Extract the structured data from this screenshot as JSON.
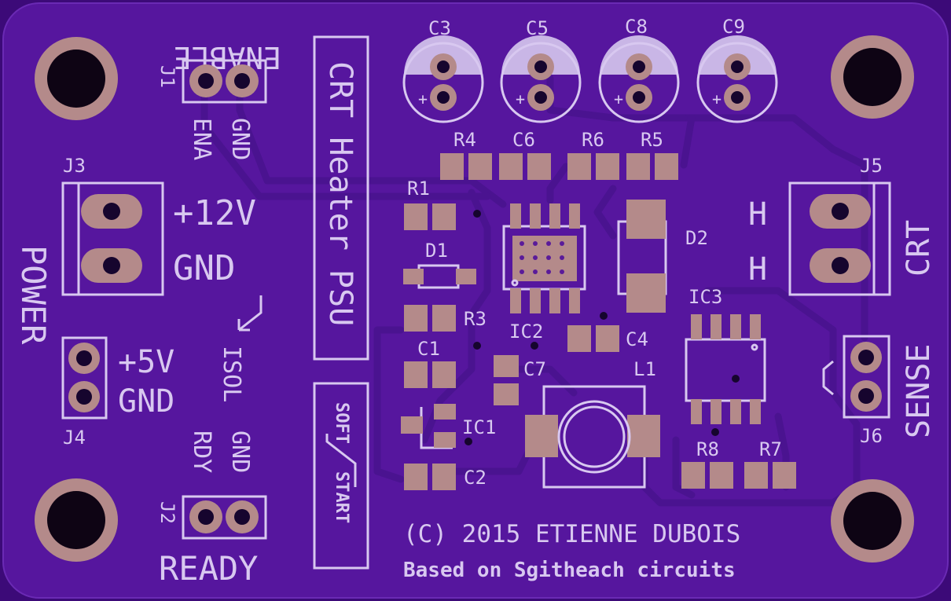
{
  "board": {
    "colors": {
      "board": "#56169e",
      "board_edge": "#3c0a78",
      "silkscreen": "#d8c8f0",
      "copper_pad": "#b48a8a",
      "hole": "#0e0414"
    },
    "title_box": "CRT Heater PSU",
    "soft_start": {
      "line1": "SOFT",
      "line2": "START"
    },
    "copyright": "(C) 2015 ETIENNE DUBOIS",
    "credits": "Based on Sgitheach circuits"
  },
  "connectors": {
    "j1": {
      "ref": "J1",
      "title": "ENABLE",
      "pin1": "ENA",
      "pin2": "GND"
    },
    "j2": {
      "ref": "J2",
      "title": "READY",
      "pin1": "RDY",
      "pin2": "GND"
    },
    "j3": {
      "ref": "J3",
      "pin1": "+12V",
      "pin2": "GND"
    },
    "j4": {
      "ref": "J4",
      "pin1": "+5V",
      "pin2": "GND"
    },
    "j5": {
      "ref": "J5",
      "pin1": "H",
      "pin2": "H",
      "side_label": "CRT"
    },
    "j6": {
      "ref": "J6",
      "side_label": "SENSE"
    },
    "power_label": "POWER",
    "isol_label": "ISOL"
  },
  "components": {
    "caps_top": [
      "C3",
      "C5",
      "C8",
      "C9"
    ],
    "polarity": "+",
    "r4": "R4",
    "c6": "C6",
    "r6": "R6",
    "r5": "R5",
    "r1": "R1",
    "d1": "D1",
    "r3": "R3",
    "c1": "C1",
    "ic1": "IC1",
    "c2": "C2",
    "ic2": "IC2",
    "c7": "C7",
    "c4": "C4",
    "l1": "L1",
    "d2": "D2",
    "ic3": "IC3",
    "r8": "R8",
    "r7": "R7"
  }
}
